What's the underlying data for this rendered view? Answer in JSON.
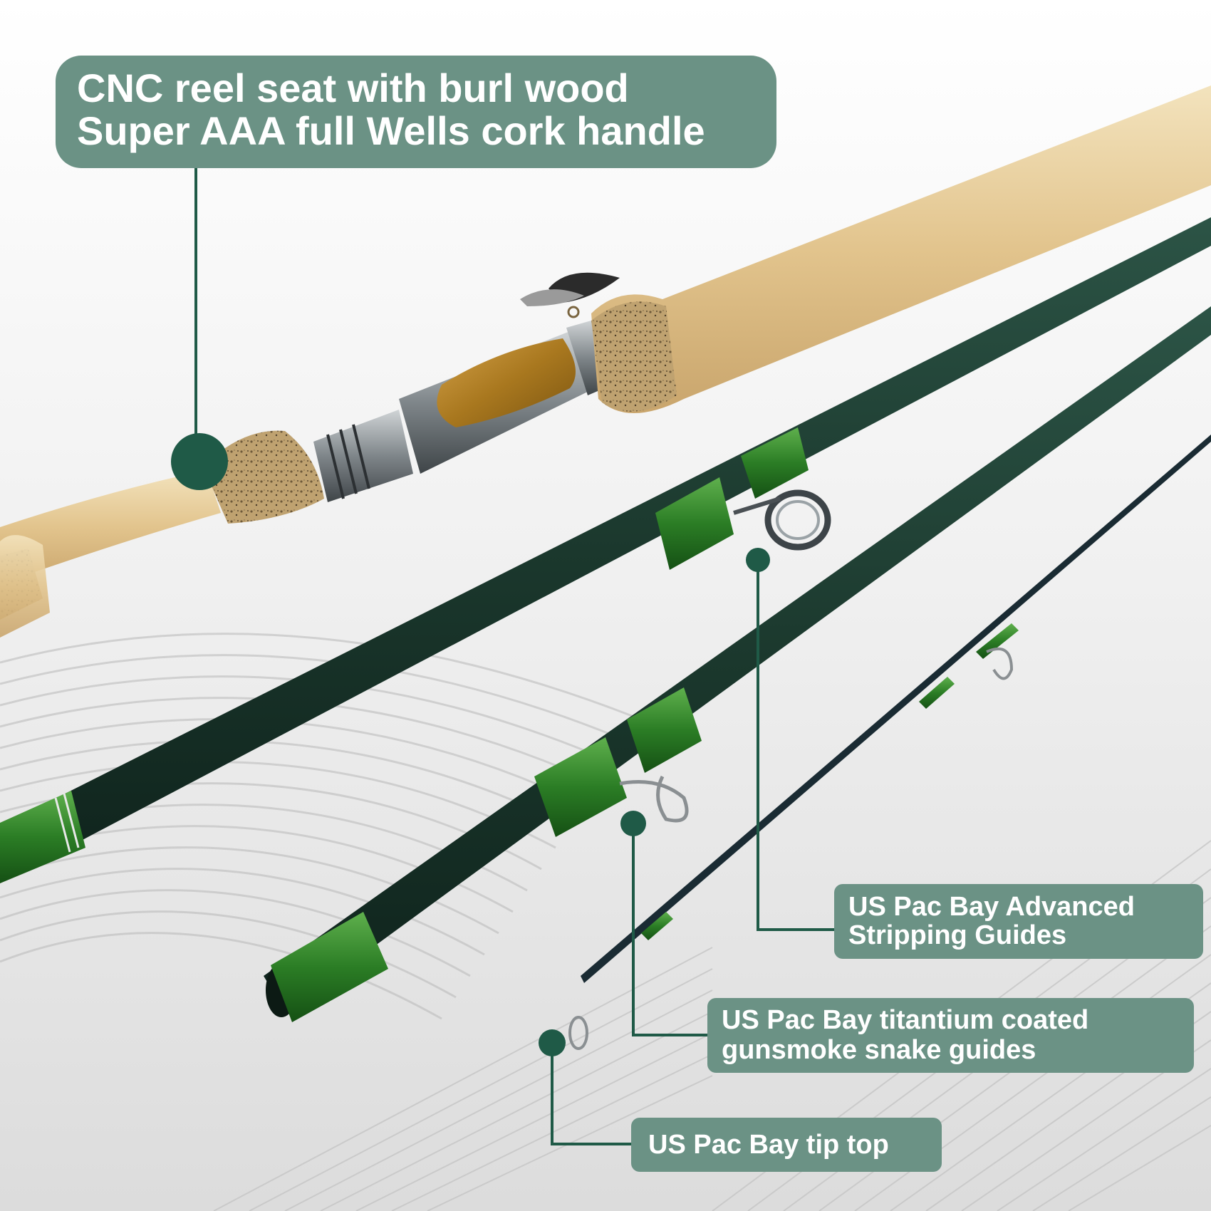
{
  "palette": {
    "callout_bg": "#6b9285",
    "leader_color": "#1f5a47",
    "blank_green": "#1e3d31",
    "wrap_green": "#2f8a2a",
    "cork": "#e4c996",
    "burl_wood": "#b8862d"
  },
  "callouts": {
    "reel_seat": {
      "line1": "CNC reel seat with burl wood",
      "line2": "Super AAA full Wells cork handle"
    },
    "stripping_guides": {
      "line1": "US Pac Bay Advanced",
      "line2": "Stripping Guides"
    },
    "snake_guides": {
      "line1": "US Pac Bay titantium coated",
      "line2": "gunsmoke snake guides"
    },
    "tip_top": {
      "line1": "US Pac Bay tip top"
    }
  },
  "product_icons": [
    "fly-lure-icon",
    "reel-seat",
    "cork-handle",
    "stripping-guide",
    "snake-guide",
    "tip-top-guide"
  ]
}
